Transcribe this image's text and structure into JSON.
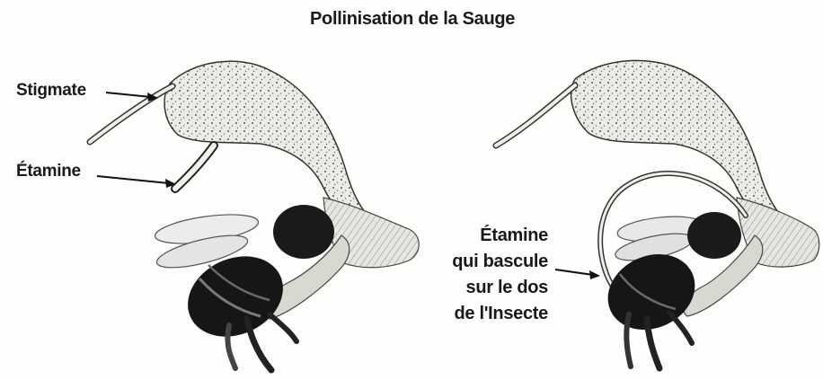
{
  "title": "Pollinisation de la Sauge",
  "labels": {
    "stigmate": "Stigmate",
    "etamine": "Étamine",
    "bascule": [
      "Étamine",
      "qui bascule",
      "sur le dos",
      "de l'Insecte"
    ]
  },
  "colors": {
    "ink": "#1a1a1a",
    "petal": "#ecece6",
    "insect": "#161616",
    "background": "#fdfdfb"
  }
}
